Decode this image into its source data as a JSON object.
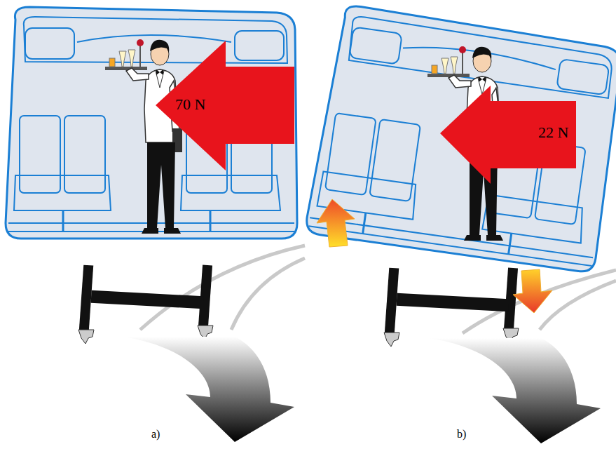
{
  "diagram": {
    "nodes": [
      {
        "text": [
          "70 N"
        ]
      },
      {
        "text": [
          "22 N"
        ]
      }
    ],
    "labels": [
      "a)",
      "b)"
    ]
  }
}
